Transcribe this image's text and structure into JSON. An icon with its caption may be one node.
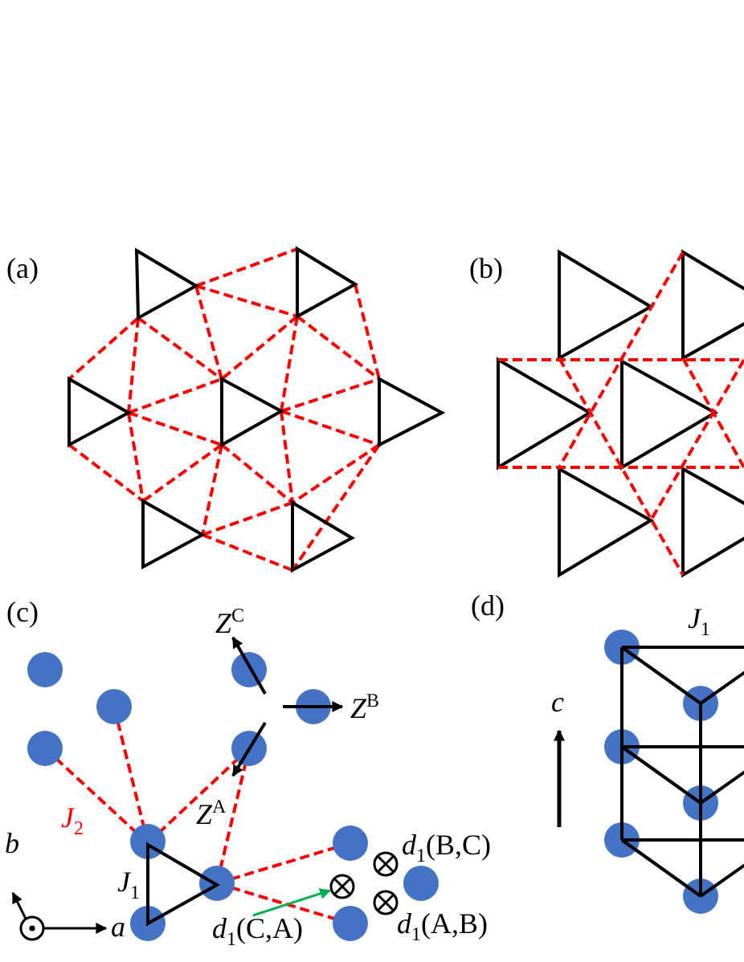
{
  "diagram": {
    "nodes": [
      {
        "text": [
          "*d*$_{1}$(C,A)"
        ]
      },
      {
        "text": [],
        "shape": "circle"
      }
    ],
    "edges": [
      {
        "from": 0,
        "to": 1,
        "arrow": "to",
        "color": "#00b050"
      }
    ],
    "labels": [
      "(a)",
      "(b)",
      "(c)",
      "*Z*$^{C}$",
      "*Z*$^{B}$",
      "(d)",
      "*J*$_{1}$",
      "c",
      "*J*$_{2}$",
      "*Z*$^{A}$",
      "b",
      "*J*$_{1}$",
      "*d*$_{1}$(B,C)",
      "a",
      "*d*$_{1}$(A,B)"
    ]
  }
}
